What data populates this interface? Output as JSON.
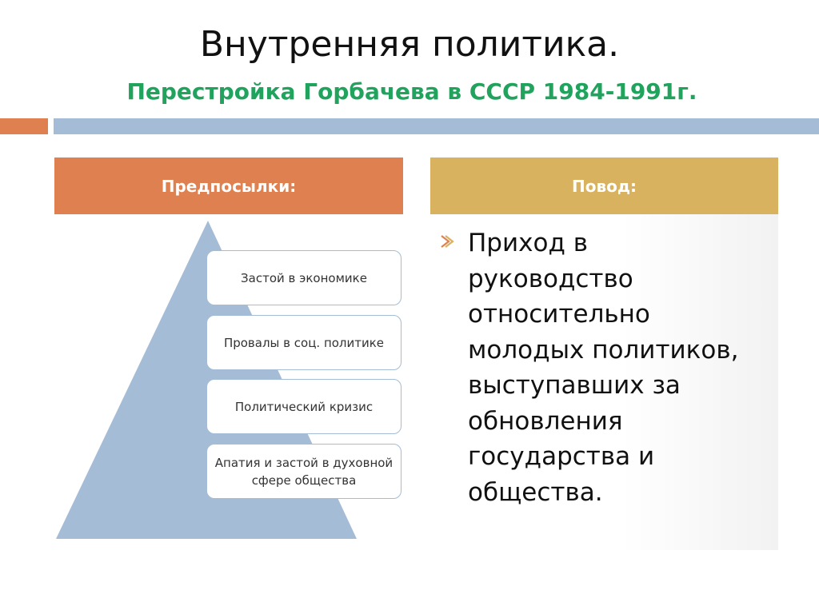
{
  "slide": {
    "title": "Внутренняя политика.",
    "subtitle": "Перестройка Горбачева в СССР 1984-1991г."
  },
  "left_column": {
    "header": "Предпосылки:",
    "items": [
      "Застой в экономике",
      "Провалы в соц. политике",
      "Политический кризис",
      "Апатия и застой в духовной сфере общества"
    ]
  },
  "right_column": {
    "header": "Повод:",
    "bullet_icon": "chevron-right-icon",
    "lines": [
      "Приход в",
      "руководство",
      "относительно",
      "молодых политиков,",
      "выступавших за",
      "обновления",
      "государства и",
      "общества."
    ]
  },
  "colors": {
    "accent_orange": "#df8050",
    "accent_gold": "#d9b25f",
    "accent_blue": "#a4bcd6",
    "subtitle_green": "#21a35e"
  }
}
